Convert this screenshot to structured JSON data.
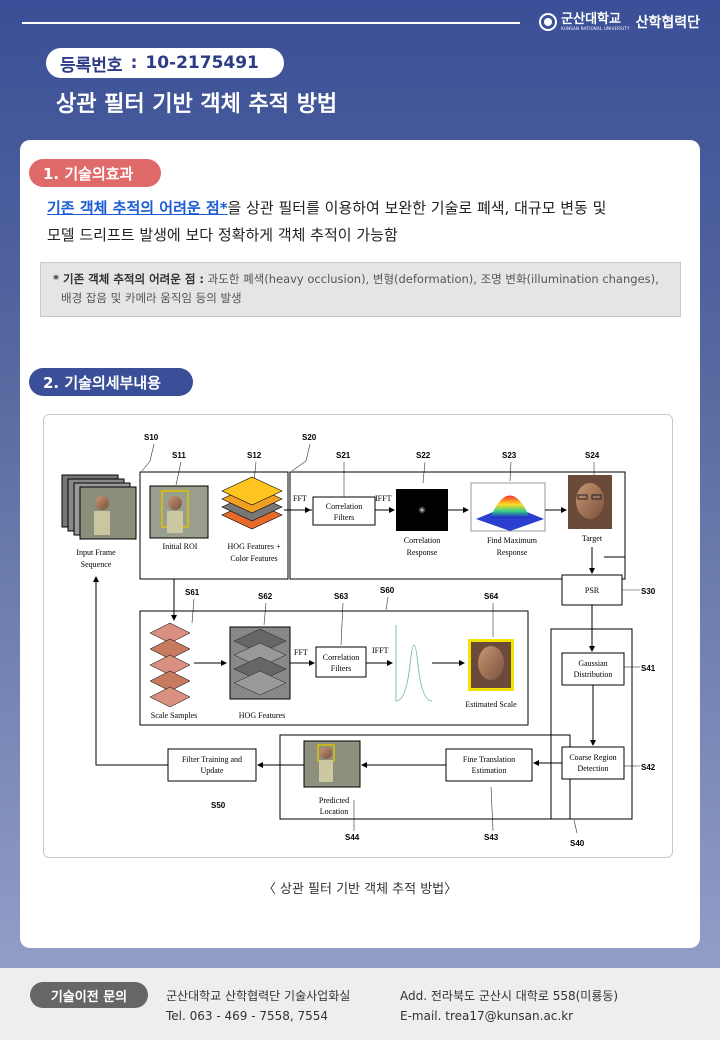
{
  "header": {
    "university": "군산대학교",
    "university_en": "KUNSAN NATIONAL UNIVERSITY",
    "org": "산학협력단"
  },
  "registration": {
    "label": "등록번호",
    "separator": ":",
    "number": "10-2175491"
  },
  "title": "상관 필터 기반 객체 추적 방법",
  "section1": {
    "label": "1. 기술의효과",
    "highlight": "기존 객체 추적의 어려운 점*",
    "text_line1": "을 상관 필터를 이용하여 보완한 기술로 폐색, 대규모 변동 및",
    "text_line2": "모델 드리프트 발생에 보다 정확하게 객체 추적이 가능함",
    "note_label": "* 기존 객체 추적의 어려운 점 :",
    "note_line1": " 과도한 폐색(heavy occlusion), 변형(deformation), 조명 변화(illumination changes),",
    "note_line2": "배경 잡음 및 카메라 움직임 등의 발생"
  },
  "section2": {
    "label": "2. 기술의세부내용"
  },
  "diagram": {
    "s10": "S10",
    "s11": "S11",
    "s12": "S12",
    "s20": "S20",
    "s21": "S21",
    "s22": "S22",
    "s23": "S23",
    "s24": "S24",
    "s30": "S30",
    "s40": "S40",
    "s41": "S41",
    "s42": "S42",
    "s43": "S43",
    "s44": "S44",
    "s50": "S50",
    "s60": "S60",
    "s61": "S61",
    "s62": "S62",
    "s63": "S63",
    "s64": "S64",
    "input_frame_1": "Input Frame",
    "input_frame_2": "Sequence",
    "initial_roi": "Initial ROI",
    "hog_features_1": "HOG Features +",
    "hog_features_2": "Color Features",
    "fft": "FFT",
    "ifft": "IFFT",
    "corr_filters_1": "Correlation",
    "corr_filters_2": "Filters",
    "corr_response_1": "Correlation",
    "corr_response_2": "Response",
    "find_max_1": "Find Maximum",
    "find_max_2": "Response",
    "target": "Target",
    "psr": "PSR",
    "gaussian_1": "Gaussian",
    "gaussian_2": "Distribution",
    "coarse_1": "Coarse Region",
    "coarse_2": "Detection",
    "fine_1": "Fine Translation",
    "fine_2": "Estimation",
    "predicted_1": "Predicted",
    "predicted_2": "Location",
    "filter_train_1": "Filter Training and",
    "filter_train_2": "Update",
    "scale_samples": "Scale Samples",
    "hog_only": "HOG Features",
    "estimated_scale": "Estimated Scale"
  },
  "caption": "〈 상관 필터 기반 객체 추적 방법〉",
  "footer": {
    "contact_label": "기술이전 문의",
    "office": "군산대학교 산학협력단 기술사업화실",
    "tel": "Tel. 063 - 469 - 7558, 7554",
    "address": "Add. 전라북도 군산시 대학로 558(미룡동)",
    "email": "E-mail. trea17@kunsan.ac.kr"
  }
}
